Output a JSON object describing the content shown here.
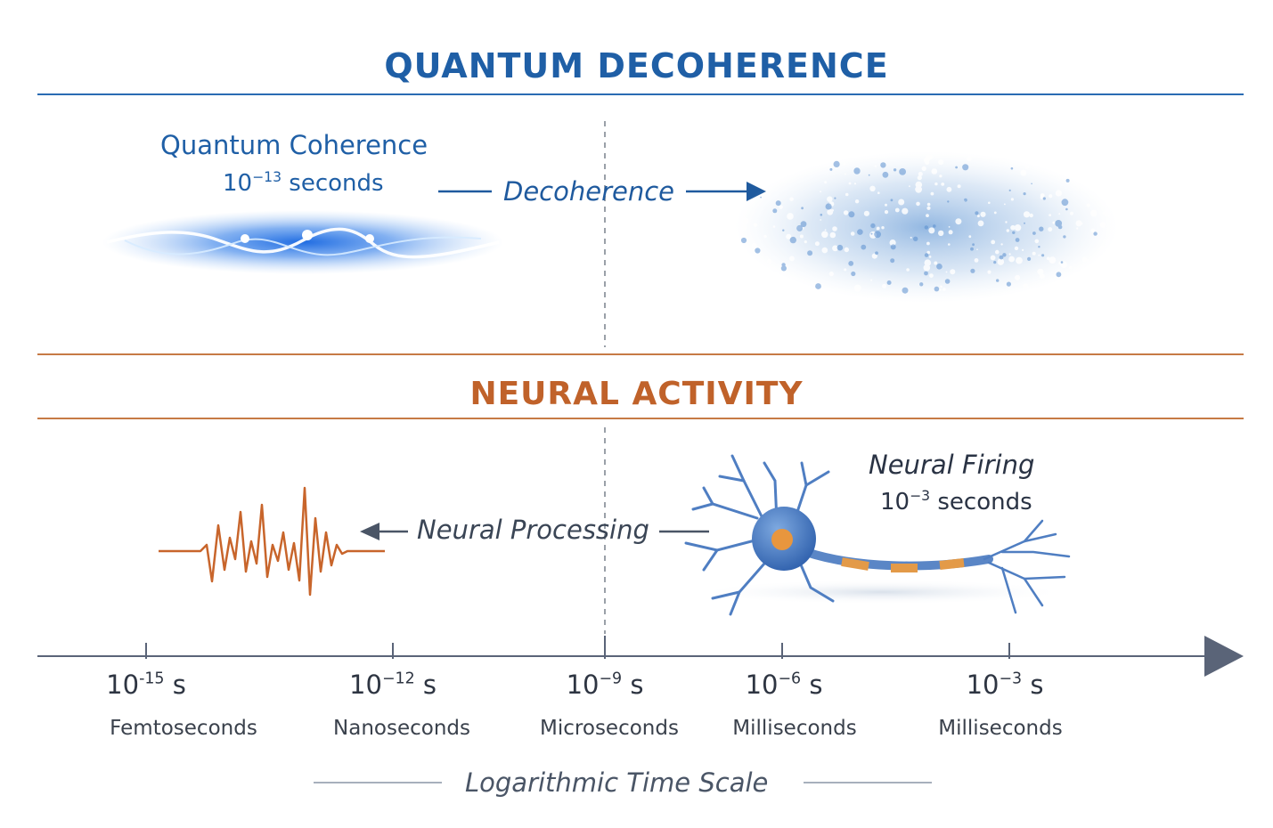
{
  "quantum": {
    "title": "QUANTUM DECOHERENCE",
    "coherence_label": "Quantum Coherence",
    "coherence_base": "10",
    "coherence_exp": "−13",
    "coherence_unit": "seconds",
    "decoherence_label": "Decoherence"
  },
  "neural": {
    "title": "NEURAL ACTIVITY",
    "firing_label": "Neural Firing",
    "firing_base": "10",
    "firing_exp": "−3",
    "firing_unit": "seconds",
    "processing_label": "Neural Processing"
  },
  "timescale": {
    "ticks": [
      {
        "base": "10",
        "exp": "-15",
        "unit": "s",
        "name": "Femtoseconds"
      },
      {
        "base": "10",
        "exp": "−12",
        "unit": "s",
        "name": "Nanoseconds"
      },
      {
        "base": "10",
        "exp": "−9",
        "unit": "s",
        "name": "Microseconds"
      },
      {
        "base": "10",
        "exp": "−6",
        "unit": "s",
        "name": "Milliseconds"
      },
      {
        "base": "10",
        "exp": "−3",
        "unit": "s",
        "name": "Milliseconds"
      }
    ],
    "axis_label": "Logarithmic Time Scale"
  },
  "colors": {
    "quantum_blue": "#1f5fa6",
    "neural_orange": "#c0622a",
    "axis_gray": "#5a6478"
  }
}
